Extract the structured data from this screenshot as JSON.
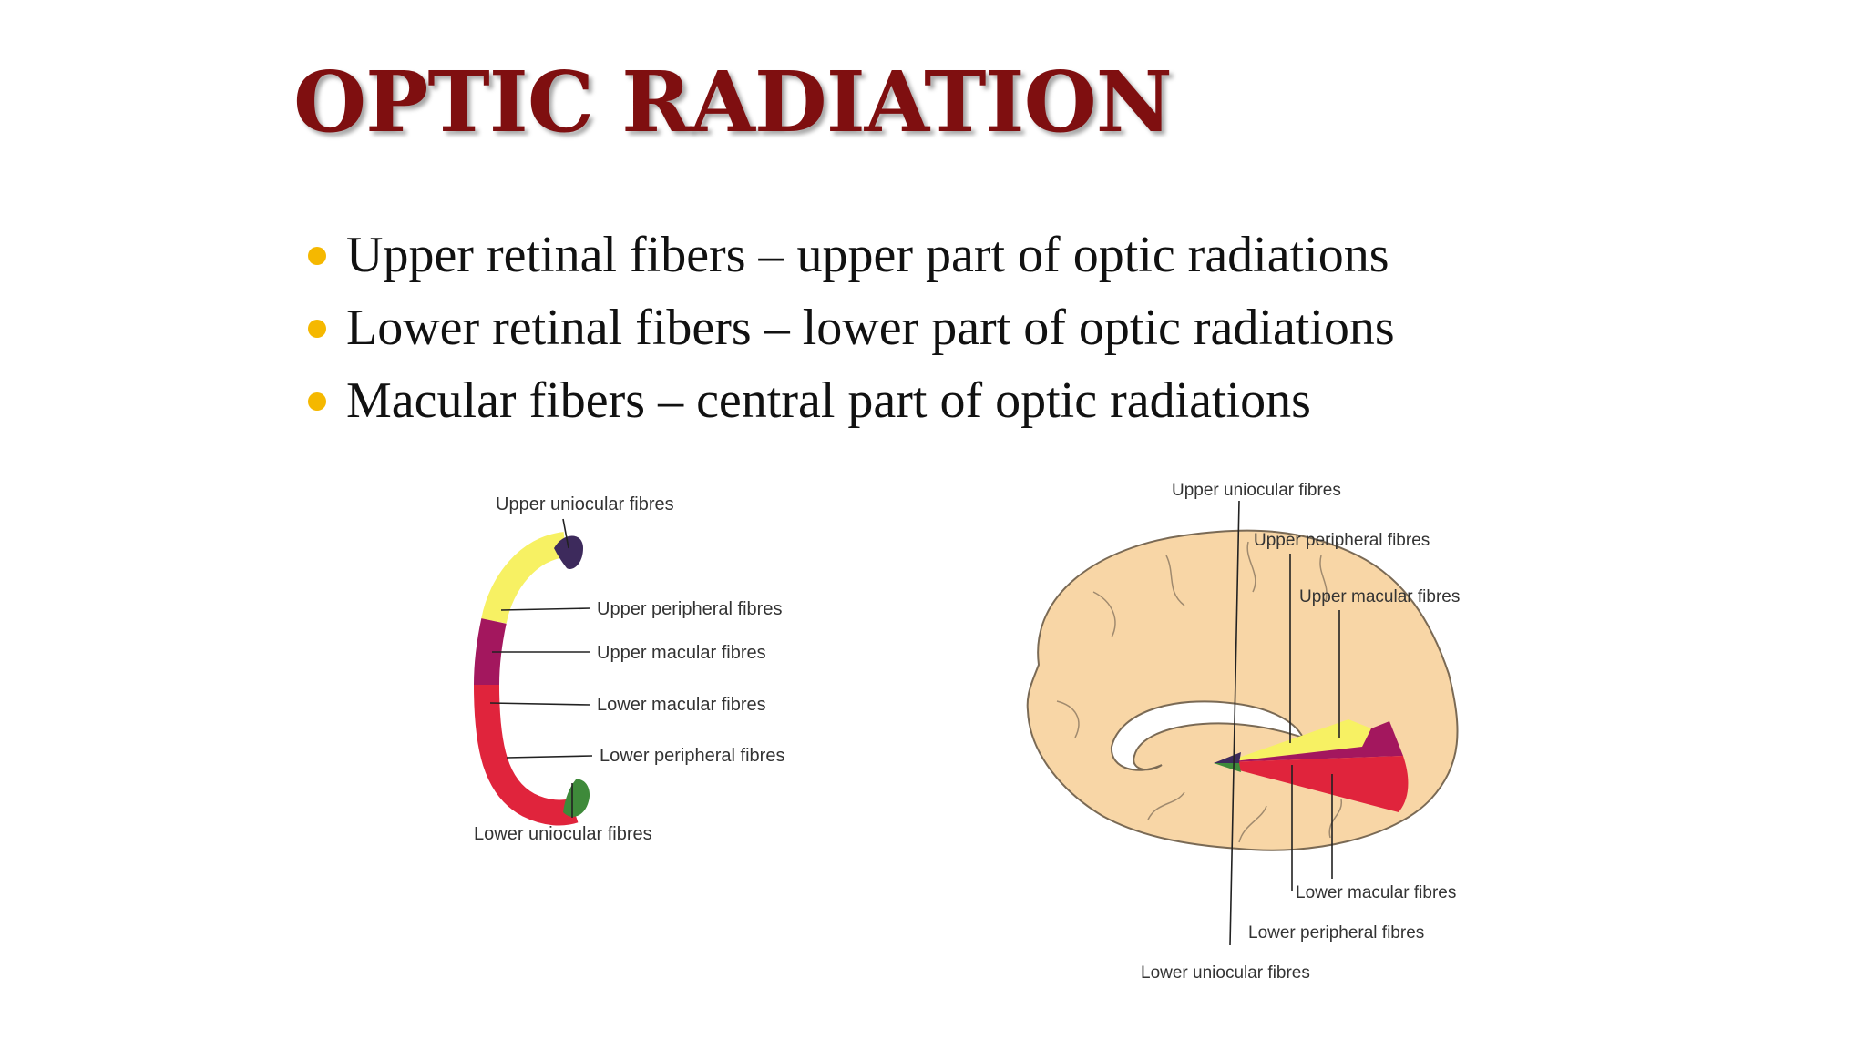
{
  "title": "OPTIC RADIATION",
  "accent_colors": {
    "title": "#7f0f10",
    "bullet": "#f5b800",
    "yellow_fibres": "#f7f163",
    "macular_fibres": "#a3175e",
    "lower_fibres": "#e0243c",
    "upper_uniocular": "#3d2a5c",
    "lower_uniocular": "#3e8a3a",
    "brain": "#f8d6a6"
  },
  "bullets": [
    "Upper retinal fibers – upper part of optic radiations",
    "Lower retinal fibers – lower part of optic radiations",
    "Macular fibers – central part of optic radiations"
  ],
  "left_diagram": {
    "labels": {
      "upper_uniocular": "Upper uniocular fibres",
      "upper_peripheral": "Upper peripheral fibres",
      "upper_macular": "Upper macular fibres",
      "lower_macular": "Lower macular fibres",
      "lower_peripheral": "Lower peripheral fibres",
      "lower_uniocular": "Lower uniocular fibres"
    }
  },
  "right_diagram": {
    "labels": {
      "upper_uniocular": "Upper uniocular fibres",
      "upper_peripheral": "Upper peripheral fibres",
      "upper_macular": "Upper macular fibres",
      "lower_macular": "Lower macular fibres",
      "lower_peripheral": "Lower peripheral fibres",
      "lower_uniocular": "Lower uniocular fibres"
    }
  }
}
